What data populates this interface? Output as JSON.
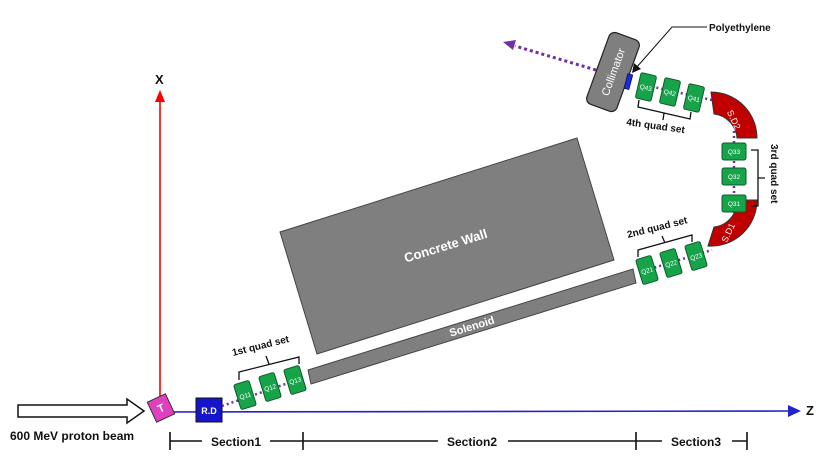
{
  "axes": {
    "x_label": "X",
    "z_label": "Z"
  },
  "beam": {
    "label": "600 MeV proton beam"
  },
  "target": {
    "label": "T"
  },
  "rd_dipole": {
    "label": "R.D"
  },
  "concrete_wall": {
    "label": "Concrete Wall"
  },
  "solenoid": {
    "label": "Solenoid"
  },
  "collimator": {
    "label": "Collimator"
  },
  "polyethylene": {
    "label": "Polyethylene"
  },
  "quad_sets": {
    "set1": {
      "label": "1st quad set",
      "quads": [
        "Q11",
        "Q12",
        "Q13"
      ]
    },
    "set2": {
      "label": "2nd quad set",
      "quads": [
        "Q21",
        "Q22",
        "Q23"
      ]
    },
    "set3": {
      "label": "3rd quad set",
      "quads": [
        "Q33",
        "Q32",
        "Q31"
      ]
    },
    "set4": {
      "label": "4th quad set",
      "quads": [
        "Q43",
        "Q42",
        "Q41"
      ]
    }
  },
  "dipoles": {
    "sd1": "S.D1",
    "sd2": "S.D2"
  },
  "sections": [
    "Section1",
    "Section2",
    "Section3"
  ],
  "colors": {
    "x_axis": "#ff0000",
    "z_axis": "#2222cc",
    "quad": "#16a34a",
    "dipole": "#c00000",
    "target": "#e040c0",
    "rd": "#1515cc",
    "gray": "#7f7f7f",
    "beamline_dots": "#7030a0",
    "polyethylene": "#1b2bd6"
  }
}
